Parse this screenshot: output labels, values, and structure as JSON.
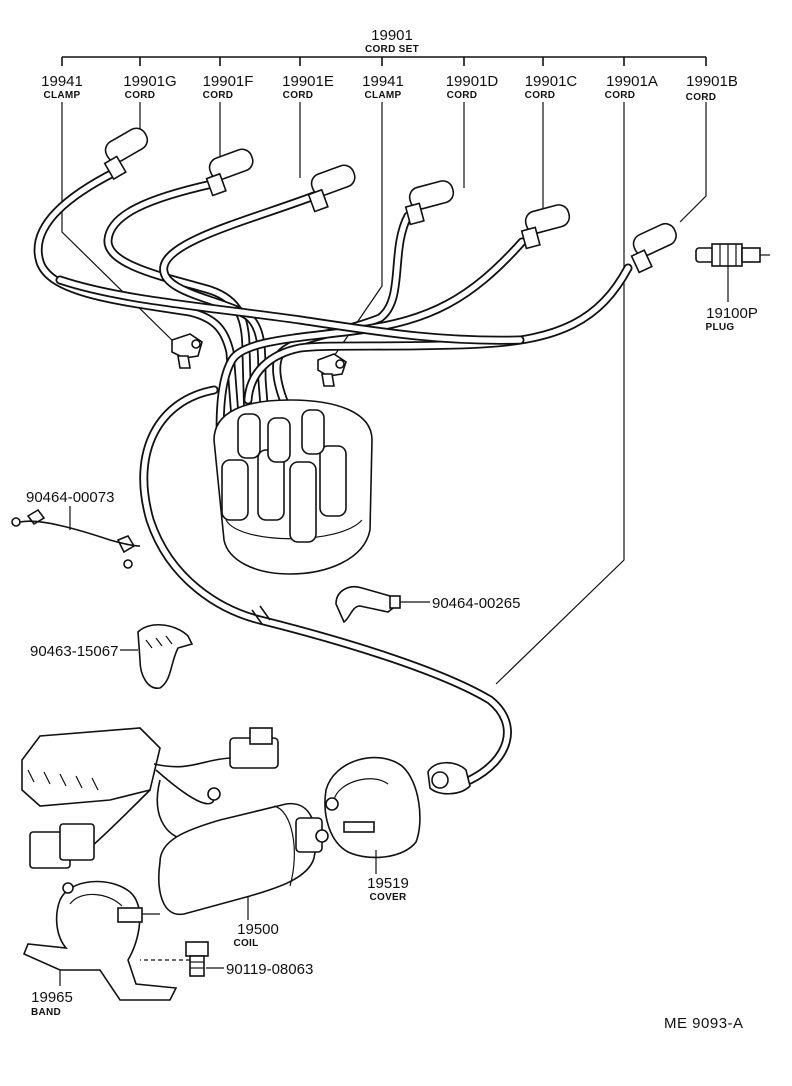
{
  "callouts": {
    "cord_set": {
      "part": "19901",
      "desc": "CORD SET"
    },
    "clamp_left": {
      "part": "19941",
      "desc": "CLAMP"
    },
    "cord_g": {
      "part": "19901G",
      "desc": "CORD"
    },
    "cord_f": {
      "part": "19901F",
      "desc": "CORD"
    },
    "cord_e": {
      "part": "19901E",
      "desc": "CORD"
    },
    "clamp_right": {
      "part": "19941",
      "desc": "CLAMP"
    },
    "cord_d": {
      "part": "19901D",
      "desc": "CORD"
    },
    "cord_c": {
      "part": "19901C",
      "desc": "CORD"
    },
    "cord_a": {
      "part": "19901A",
      "desc": "CORD"
    },
    "cord_b": {
      "part": "19901B",
      "desc": "CORD"
    },
    "plug": {
      "part": "19100P",
      "desc": "PLUG"
    },
    "wire_90464_00073": {
      "part": "90464-00073"
    },
    "clamp_90464_00265": {
      "part": "90464-00265"
    },
    "clip_90463_15067": {
      "part": "90463-15067"
    },
    "cover": {
      "part": "19519",
      "desc": "COVER"
    },
    "coil": {
      "part": "19500",
      "desc": "COIL"
    },
    "bolt": {
      "part": "90119-08063"
    },
    "band": {
      "part": "19965",
      "desc": "BAND"
    }
  },
  "figure_code": "ME  9093-A"
}
